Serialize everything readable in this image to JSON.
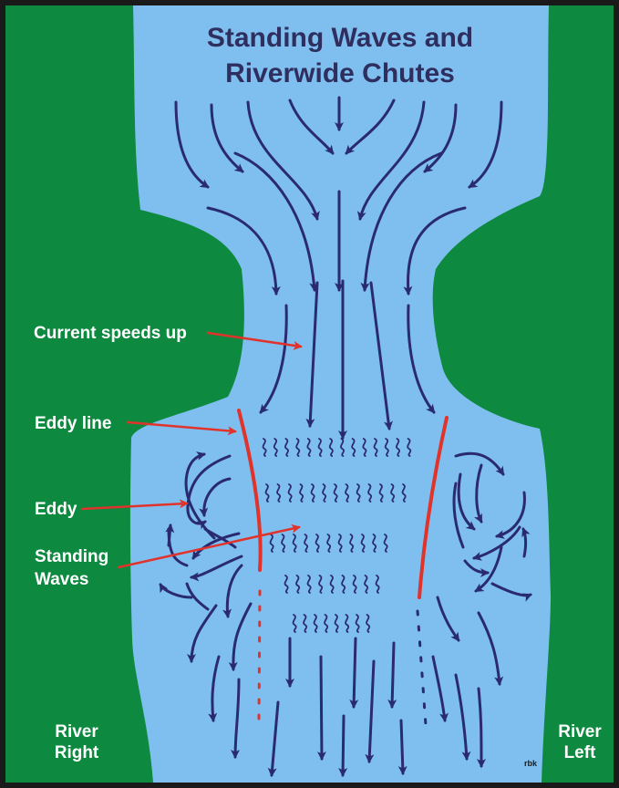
{
  "title": {
    "line1": "Standing Waves and",
    "line2": "Riverwide Chutes"
  },
  "labels": {
    "current_speeds_up": "Current speeds up",
    "eddy_line": "Eddy line",
    "eddy": "Eddy",
    "standing_waves_1": "Standing",
    "standing_waves_2": "Waves"
  },
  "banks": {
    "right_1": "River",
    "right_2": "Right",
    "left_1": "River",
    "left_2": "Left"
  },
  "credit": "rbk",
  "colors": {
    "bank": "#0d8a3f",
    "water": "#7fbff0",
    "arrow": "#2a2a70",
    "eddy_line": "#e0332b",
    "frame": "#1a1a1a"
  }
}
